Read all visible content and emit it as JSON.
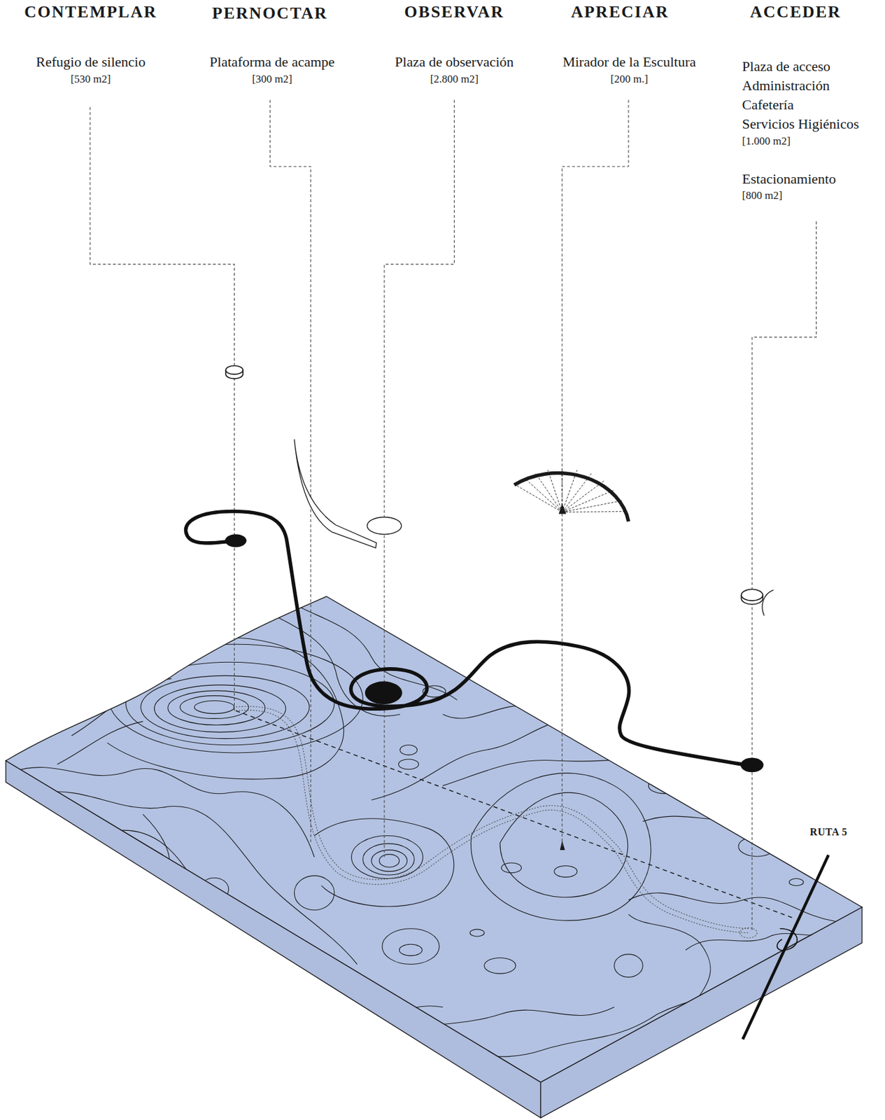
{
  "diagram": {
    "labels": [
      "CONTEMPLAR",
      "PERNOCTAR",
      "OBSERVAR",
      "APRECIAR",
      "ACCEDER",
      "Refugio de silencio",
      "[530 m2]",
      "Plataforma de acampe",
      "[300 m2]",
      "Plaza de observación",
      "[2.800 m2]",
      "Mirador de la Escultura",
      "[200 m.]",
      "Plaza de acceso",
      "Administración",
      "Cafetería",
      "Servicios Higiénicos",
      "[1.000 m2]",
      "Estacionamiento",
      "[800 m2]",
      "RUTA 5"
    ]
  }
}
